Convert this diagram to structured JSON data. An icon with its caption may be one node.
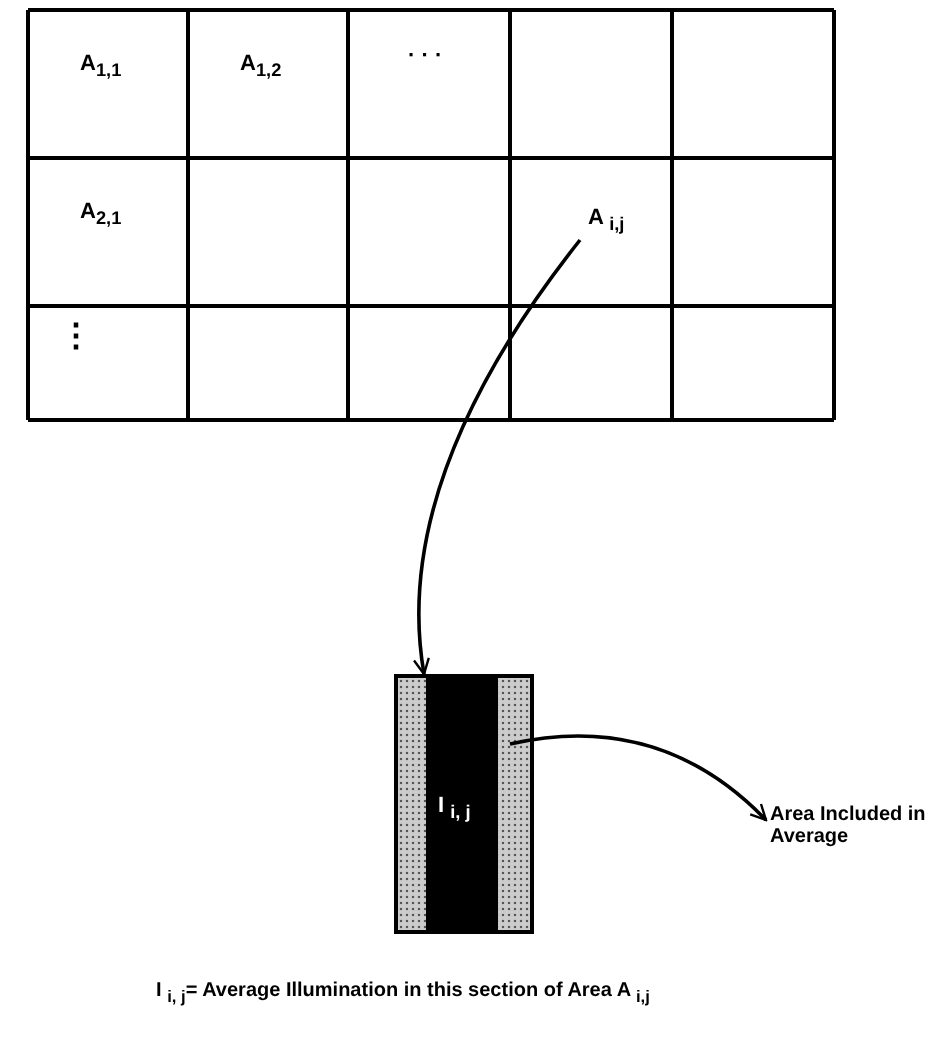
{
  "diagram": {
    "nodes": [
      {
        "text": [
          "A $_{i,j}$"
        ]
      },
      {
        "text": [],
        "shape": "box"
      },
      {
        "text": [
          "I $_{i, j}$"
        ],
        "in": 1
      },
      {
        "text": [
          "Area Included in Average"
        ]
      }
    ],
    "edges": [
      {
        "from": 0,
        "to": 1,
        "arrow": "to"
      },
      {
        "from": 1,
        "to": 3,
        "arrow": "to"
      }
    ],
    "labels": [
      "A$_{1,1}$",
      "A$_{1,2}$",
      "· · ·",
      "A$_{2,1}$",
      "⋮",
      "I $_{i, j}$= Average Illumination in this section of Area A $_{i,j}$"
    ]
  }
}
